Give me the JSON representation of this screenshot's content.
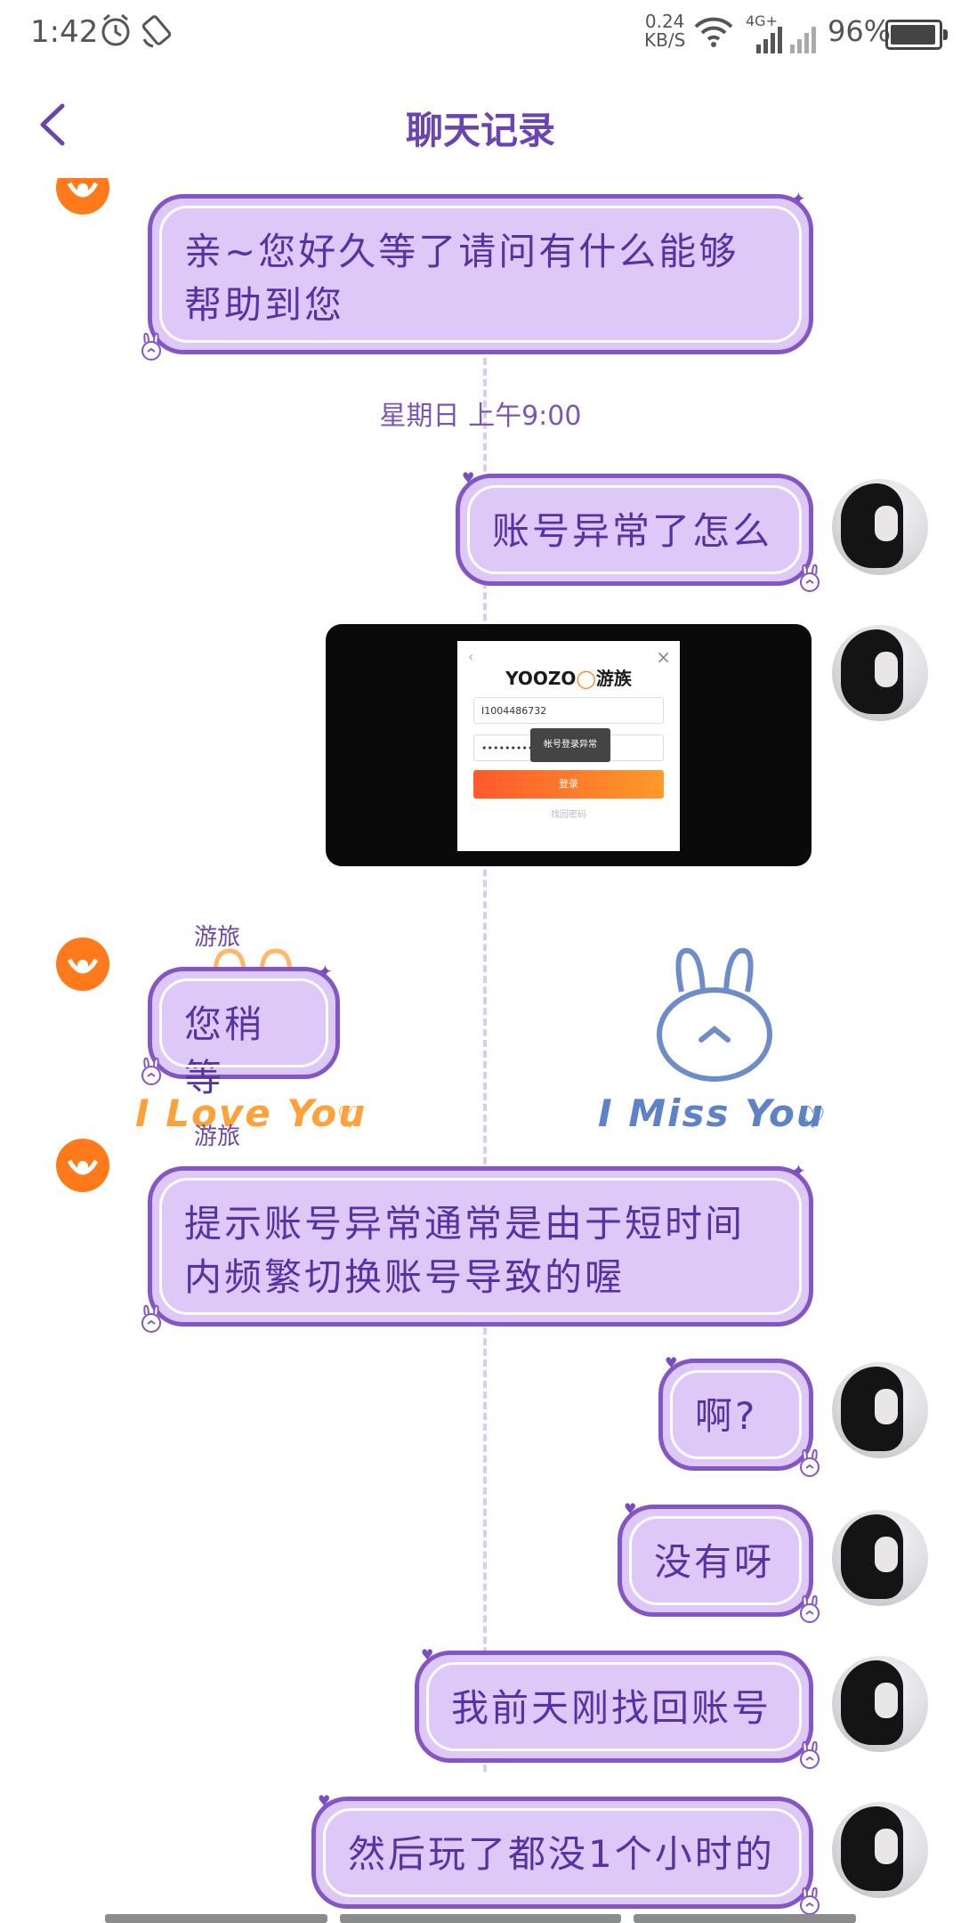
{
  "status_bar": {
    "time": "1:42",
    "net_speed_value": "0.24",
    "net_speed_unit": "KB/S",
    "network_type": "4G+",
    "battery": "96%",
    "battery_level": 0.96
  },
  "header": {
    "title": "聊天记录"
  },
  "timestamp": "星期日 上午9:00",
  "sender_name": "游旅",
  "messages": {
    "m1": "亲~您好久等了请问有什么能够帮助到您",
    "m2": "账号异常了怎么",
    "m4": "您稍等",
    "m5": "提示账号异常通常是由于短时间内频繁切换账号导致的喔",
    "m6": "啊?",
    "m7": "没有呀",
    "m8": "我前天刚找回账号",
    "m9": "然后玩了都没1个小时的"
  },
  "screenshot": {
    "brand_text": "YOOZO",
    "brand_cn": "游族",
    "account": "I1004486732",
    "password": "••••••••••",
    "toast": "帐号登录异常",
    "login_button": "登录",
    "recover_link": "找回密码"
  },
  "decorations": {
    "left_text": "I Love You",
    "right_text": "I Miss You"
  },
  "colors": {
    "bubble_fill": "#ddc8f8",
    "bubble_border": "#8456c4",
    "accent_orange": "#ff7a1a",
    "title_purple": "#6a44b0"
  }
}
